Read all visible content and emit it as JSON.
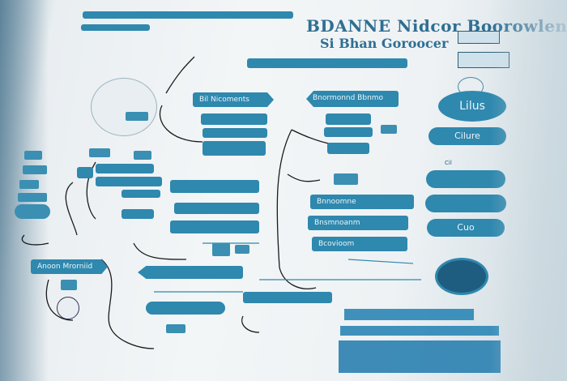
{
  "title": "BDANNE Nidcor Boorowlengs",
  "subtitle": "Si Bhan Goroocer",
  "top_tags": [
    "",
    "",
    ""
  ],
  "labels": {
    "center_head_left": "Bil Nicoments",
    "center_head_right": "Bnormonnd Bbnmo",
    "left_mid": "Anoon  Mrorniid",
    "oval_1": "Lilus",
    "oval_2": "Cilure",
    "oval_3": "Cil",
    "bar_1": "Bnnoomne",
    "bar_2": "Bnsmnoanm",
    "bar_3": "Bcovioom",
    "right_oval_bottom": "Cuo"
  },
  "colors": {
    "primary": "#2f88ae",
    "dark": "#1e5d80",
    "line": "#1a1a1a",
    "background": "#f3f6f7"
  }
}
